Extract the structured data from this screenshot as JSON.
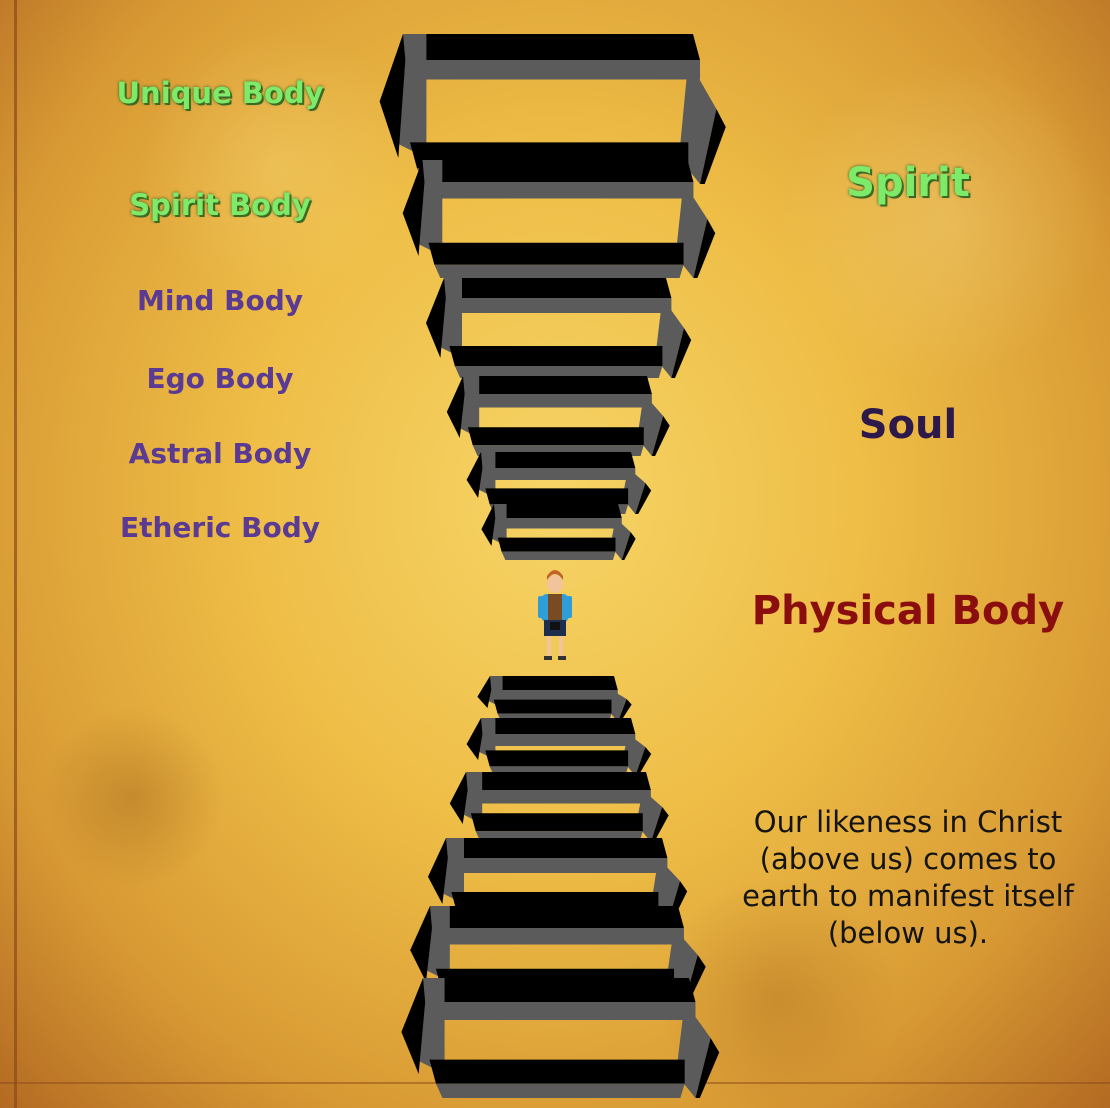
{
  "left_labels": [
    {
      "text": "Unique Body",
      "color": "green"
    },
    {
      "text": "Spirit Body",
      "color": "green"
    },
    {
      "text": "Mind Body",
      "color": "purple"
    },
    {
      "text": "Ego Body",
      "color": "purple"
    },
    {
      "text": "Astral Body",
      "color": "purple"
    },
    {
      "text": "Etheric Body",
      "color": "purple"
    }
  ],
  "right_labels": {
    "spirit": "Spirit",
    "soul": "Soul",
    "physical": "Physical Body"
  },
  "caption": "Our likeness in Christ\n(above us)  comes to\nearth to manifest itself\n(below us).",
  "colors": {
    "green_label": "#7dea6a",
    "purple_label": "#5a3a92",
    "soul": "#2e1a4a",
    "physical": "#8b0e0e",
    "box_dark": "#000000",
    "box_side": "#5b5b5b"
  },
  "icons": [
    "person-figure"
  ]
}
